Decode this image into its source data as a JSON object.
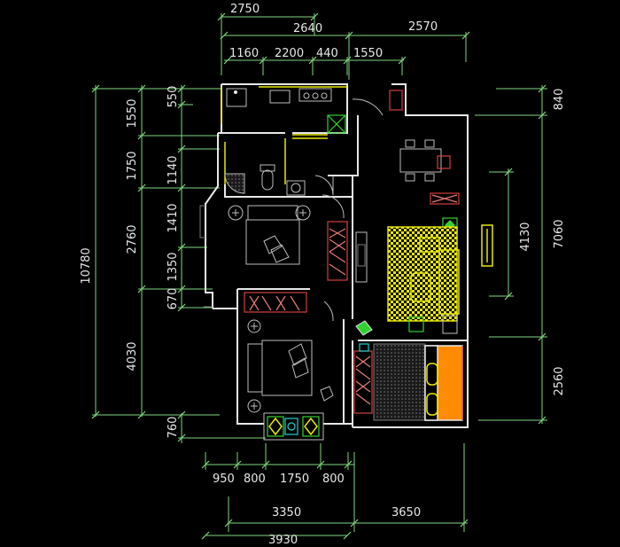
{
  "dimensions": {
    "top": [
      "2750",
      "2640",
      "2570",
      "1160",
      "2200",
      "440",
      "1550"
    ],
    "left_outer": [
      "1550",
      "1750",
      "2760",
      "4030",
      "760"
    ],
    "left_inner": [
      "550",
      "1140",
      "1410",
      "1350",
      "670"
    ],
    "left_total": "10780",
    "right": [
      "840",
      "4130",
      "7060",
      "2560"
    ],
    "bottom": [
      "950",
      "800",
      "1750",
      "800",
      "3350",
      "3650",
      "3930"
    ]
  },
  "colors": {
    "dimension_line": "#7fd67f",
    "dimension_text": "#e8e8e8",
    "wall": "#e8e8e8",
    "furniture_yellow": "#e8e800",
    "furniture_green": "#32d232",
    "furniture_red": "#d24040",
    "orange_fill": "#ff8c00"
  }
}
